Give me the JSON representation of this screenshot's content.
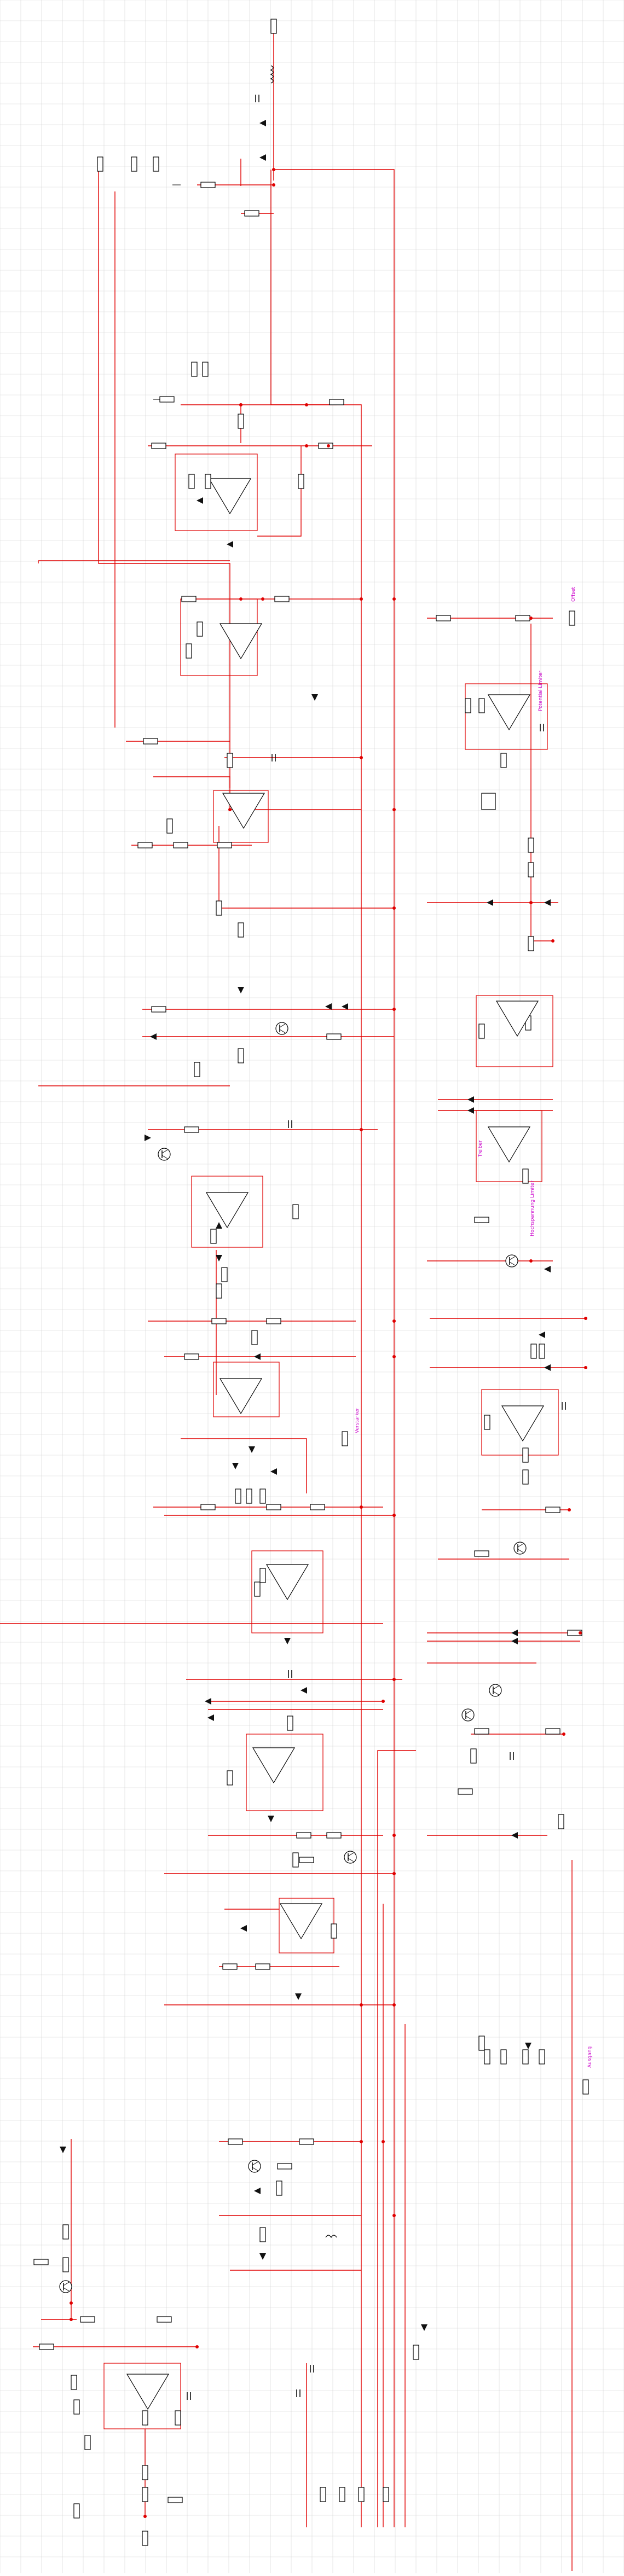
{
  "colors": {
    "background": "#ffffff",
    "grid": "#d3d3d3",
    "wire": "#e00000",
    "component": "#000000",
    "label": "#cc00cc",
    "junction": "#e00000"
  },
  "rotated_labels": {
    "potential_limiter": "Potential Limiter",
    "high_voltage_limiter": "Hochspannung Limiter"
  },
  "plain_labels": {
    "note_1": "Verstärker",
    "note_2": "Treiber",
    "note_3": "Ausgang",
    "note_4": "Offset"
  }
}
